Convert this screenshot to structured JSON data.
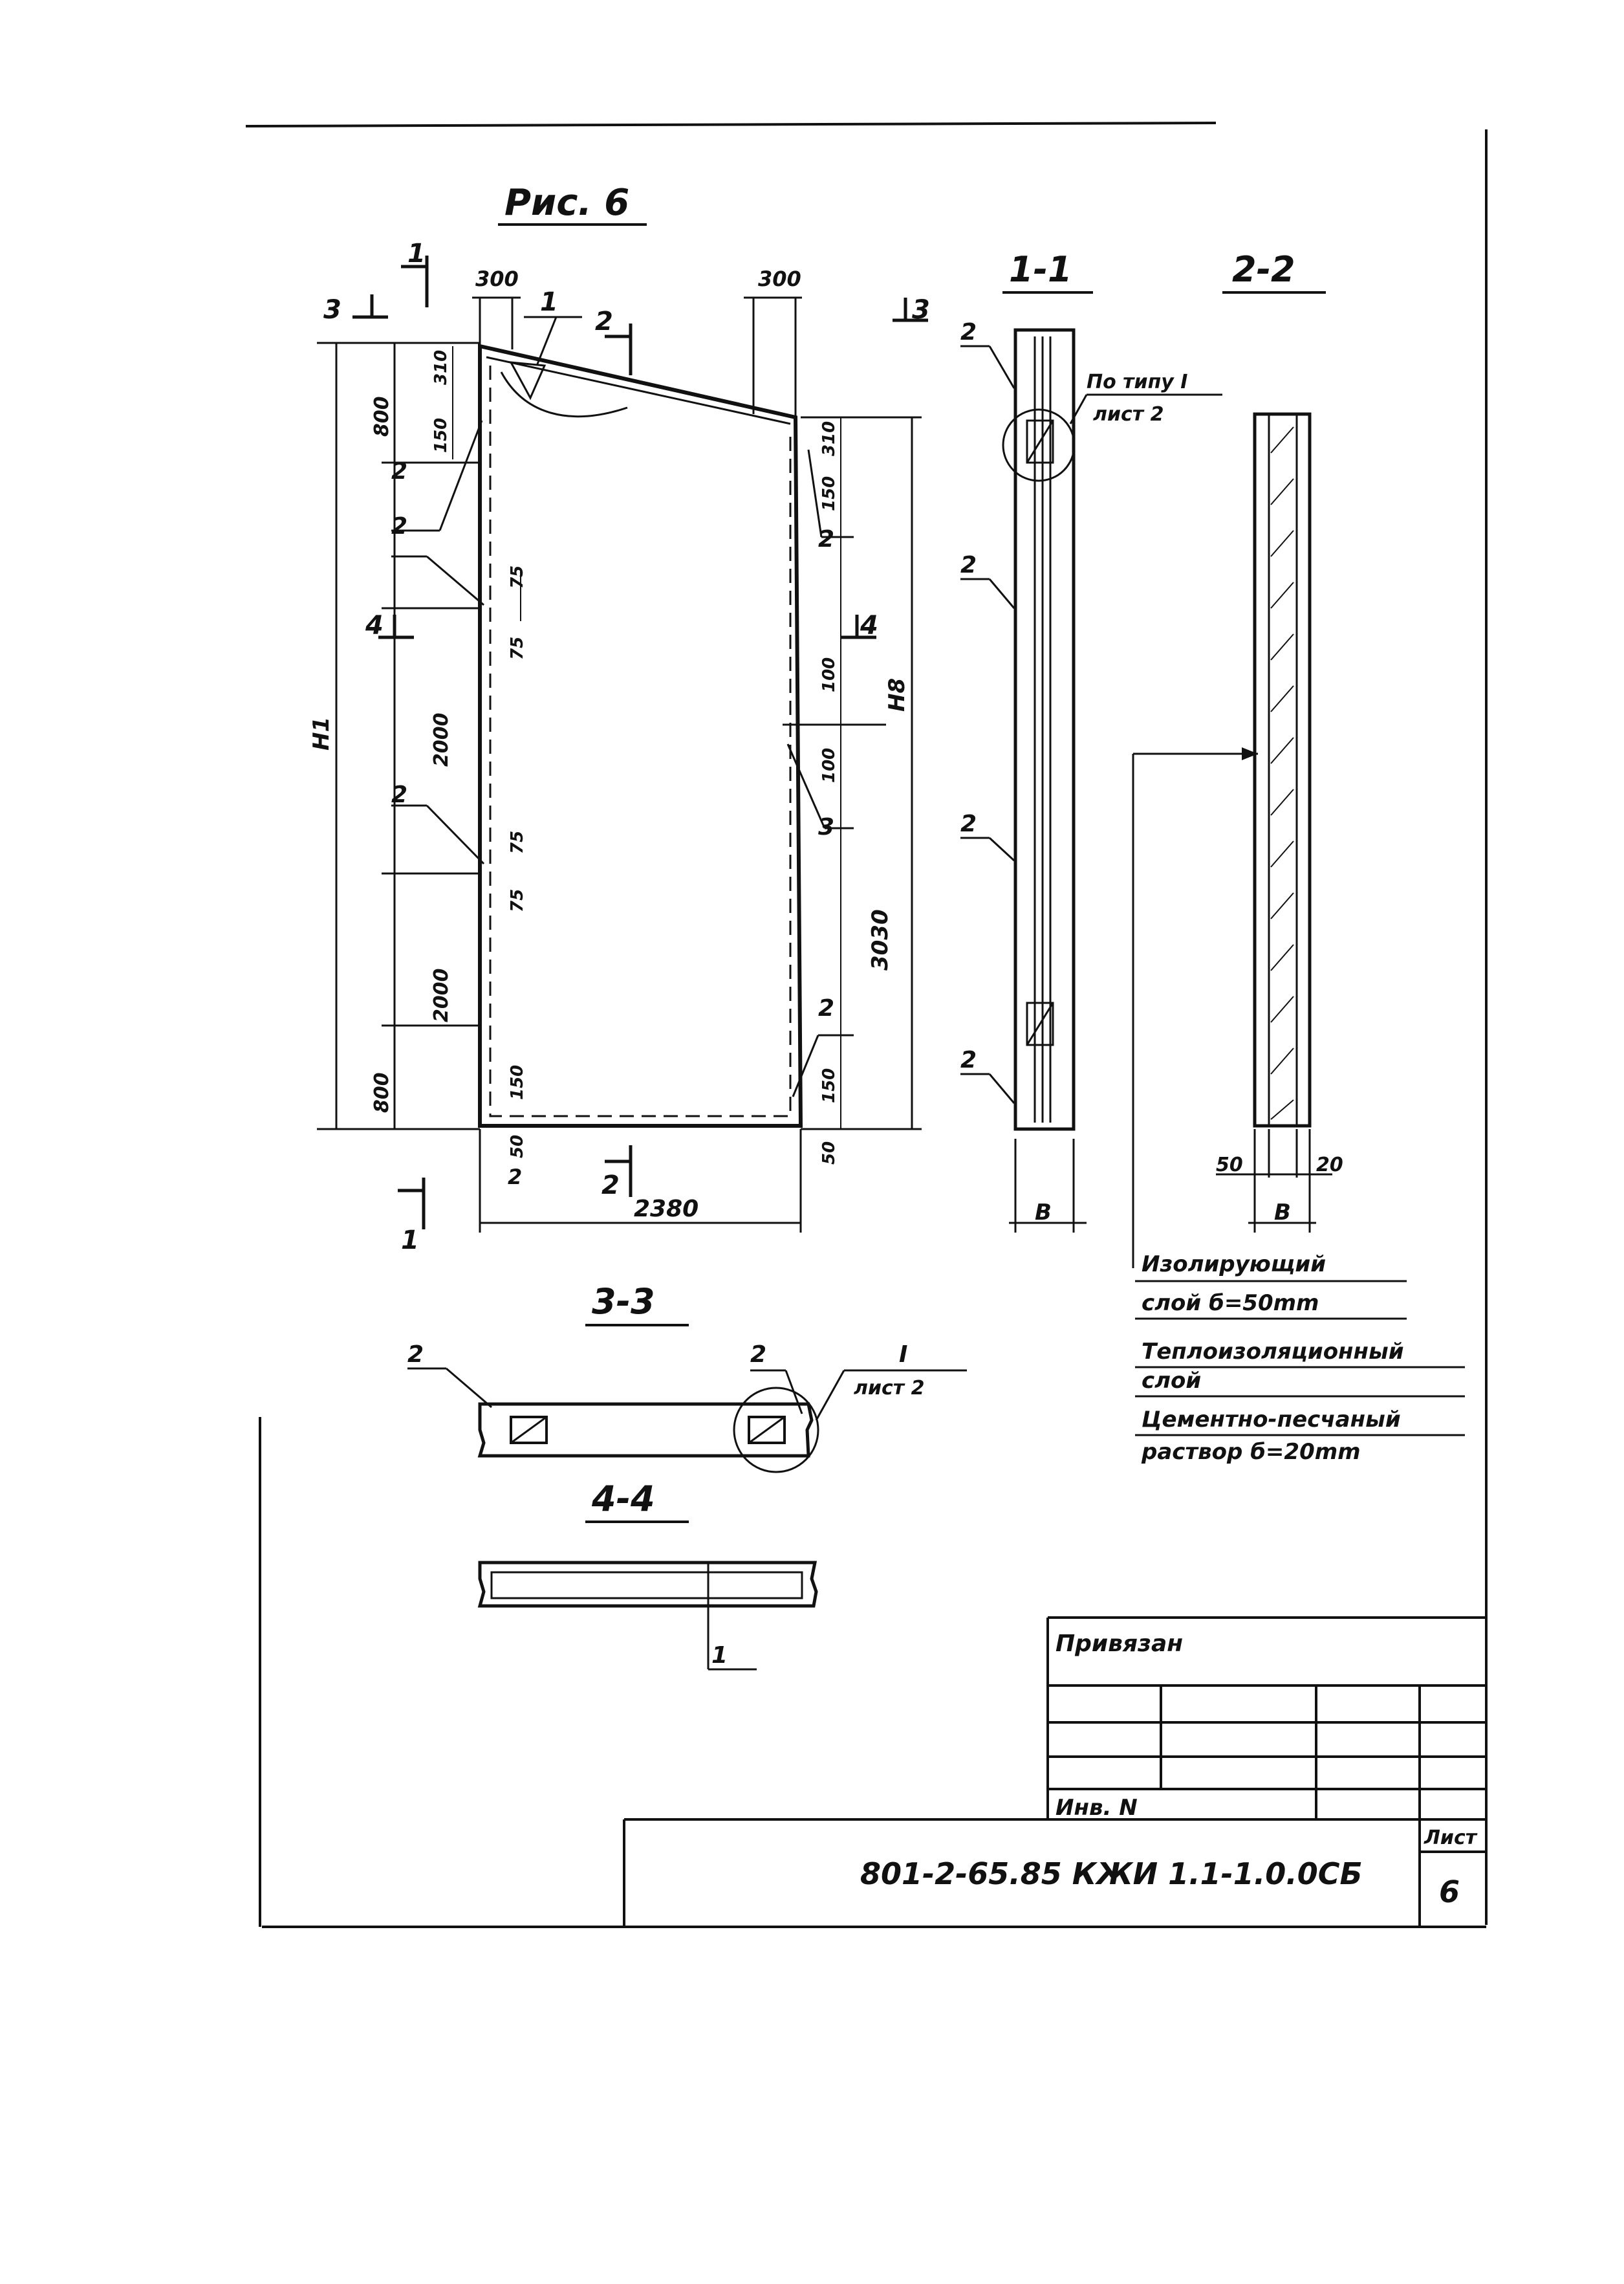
{
  "figure": {
    "title": "Рис. 6"
  },
  "sections": {
    "s11": "1-1",
    "s22": "2-2",
    "s33": "3-3",
    "s44": "4-4",
    "cut1": "1",
    "cut2": "2",
    "cut3": "3",
    "cut4": "4"
  },
  "main_view": {
    "dims": {
      "top_left": "300",
      "top_right": "300",
      "width": "2380",
      "left_800_top": "800",
      "left_2000_a": "2000",
      "left_2000_b": "2000",
      "left_800_bot": "800",
      "d310_left": "310",
      "d150_left": "150",
      "d75": "75",
      "d150_bottom": "150",
      "d50": "50",
      "right_310": "310",
      "right_150": "150",
      "right_100a": "100",
      "right_100b": "100",
      "right_3030": "3030",
      "right_150_bot": "150",
      "right_50": "50",
      "h1": "H1",
      "h2": "H8"
    },
    "callouts": {
      "c1": "1",
      "c2": "2",
      "c3": "3"
    }
  },
  "section_11": {
    "note_line1": "По типу I",
    "note_line2": "лист 2",
    "width_label": "B"
  },
  "section_22": {
    "dim_50": "50",
    "dim_20": "20",
    "width_label": "B",
    "legend": [
      "Изолирующий",
      "слой б=50mm",
      "Теплоизоляционный",
      "слой",
      "Цементно-песчаный",
      "раствор б=20mm"
    ]
  },
  "section_33": {
    "note_line1": "I",
    "note_line2": "лист 2"
  },
  "title_block": {
    "attached": "Привязан",
    "inv": "Инв. N",
    "sheet_label": "Лист",
    "sheet_number": "6",
    "doc_code": "801-2-65.85  КЖИ 1.1-1.0.0СБ"
  }
}
